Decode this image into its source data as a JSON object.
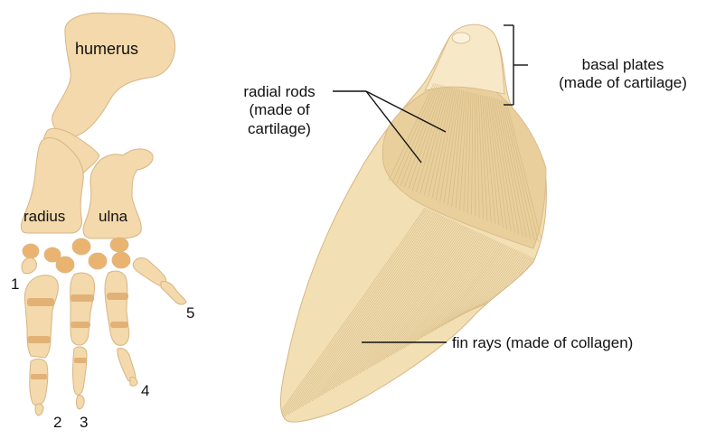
{
  "colors": {
    "bone": "#f3d9ab",
    "bone_stroke": "#d8b585",
    "joint": "#e2b176",
    "carpal": "#eab470",
    "fin": "#f2dfb3",
    "fin_dark": "#e8cf9c",
    "fin_lines": "#d4b683",
    "plate": "#f7e9c8",
    "leader": "#111111"
  },
  "limb": {
    "humerus": "humerus",
    "radius": "radius",
    "ulna": "ulna",
    "digits": [
      "1",
      "2",
      "3",
      "4",
      "5"
    ]
  },
  "fin": {
    "radial_rods": [
      "radial rods",
      "(made of",
      "cartilage)"
    ],
    "basal_plates": [
      "basal plates",
      "(made of cartilage)"
    ],
    "fin_rays": "fin rays (made of collagen)"
  }
}
